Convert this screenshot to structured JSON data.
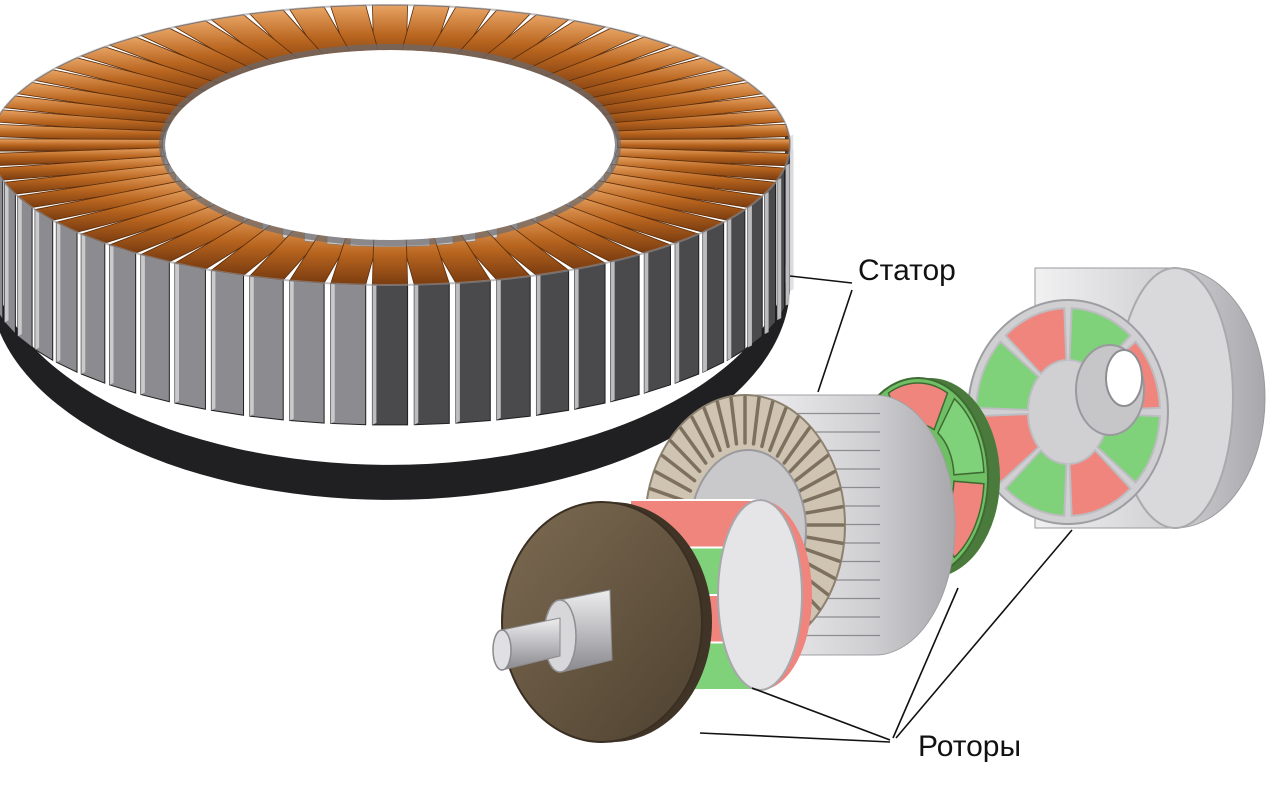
{
  "labels": {
    "stator": "Статор",
    "rotors": "Роторы"
  },
  "colors": {
    "copper": "#b8651f",
    "copper_light": "#e39a52",
    "steel_dark": "#4a4a4d",
    "steel_mid": "#8c8c90",
    "steel_light": "#dadadc",
    "magnet_red": "#f0857e",
    "magnet_green": "#7fd17a",
    "disc_brown": "#6b5a44",
    "leader_line": "#111111"
  },
  "components": {
    "stator_ring_slots": 60,
    "small_stator_teeth": 44,
    "rear_rotor_poles": [
      "green",
      "red",
      "green",
      "red",
      "green",
      "red",
      "green",
      "red"
    ],
    "front_rotor_poles": [
      "red",
      "green",
      "red",
      "green"
    ]
  }
}
